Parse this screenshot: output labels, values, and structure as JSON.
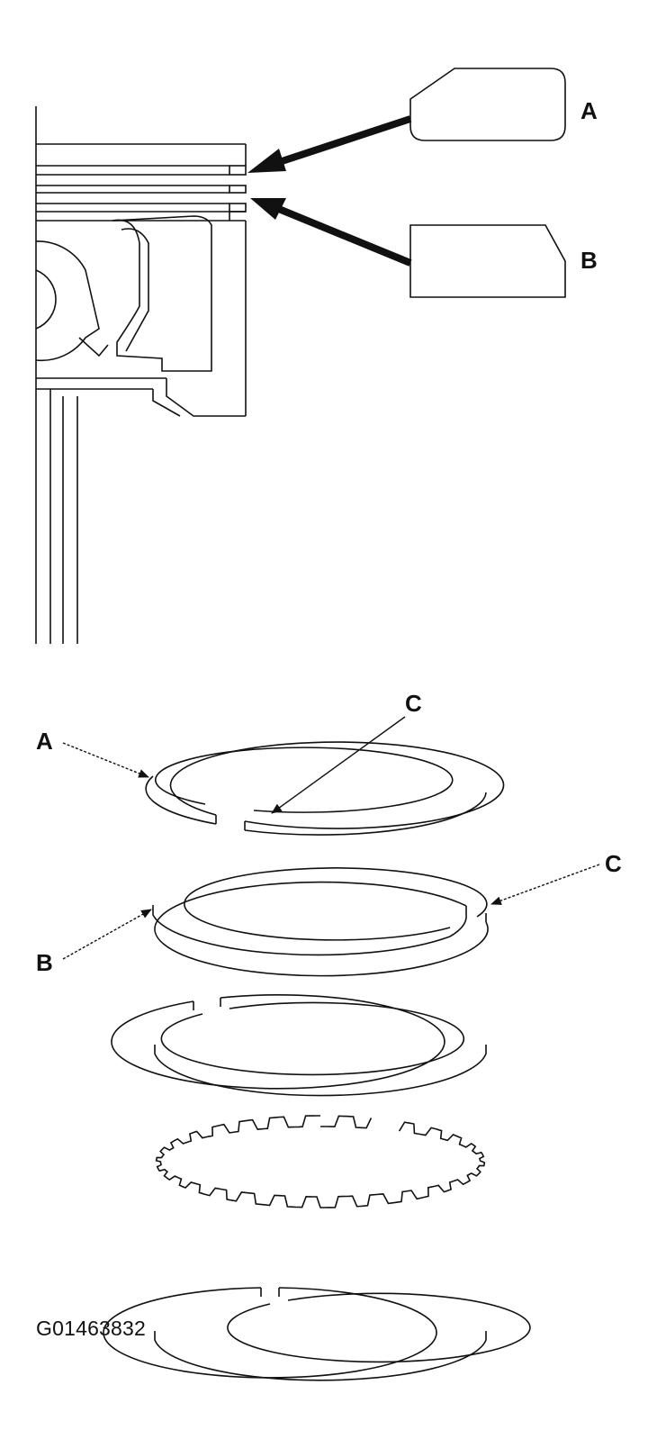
{
  "upper": {
    "callout_a": "A",
    "callout_b": "B"
  },
  "lower": {
    "label_a": "A",
    "label_b": "B",
    "label_c_top": "C",
    "label_c_right": "C"
  },
  "figure_id": "G01463832",
  "colors": {
    "line": "#111111",
    "background": "#ffffff"
  }
}
